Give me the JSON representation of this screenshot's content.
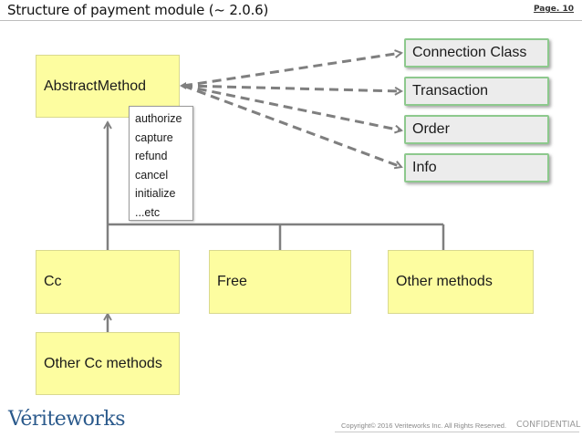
{
  "header": {
    "title": "Structure of payment module (~ 2.0.6)",
    "page": "Page. 10"
  },
  "diagram": {
    "base_class": "AbstractMethod",
    "methods": [
      "authorize",
      "capture",
      "refund",
      "cancel",
      "initialize",
      "...etc"
    ],
    "dependencies": [
      "Connection Class",
      "Transaction",
      "Order",
      "Info"
    ],
    "subclasses": {
      "cc": "Cc",
      "free": "Free",
      "other": "Other methods",
      "other_cc": "Other Cc methods"
    },
    "colors": {
      "class_fill": "#fdfda0",
      "dependency_fill": "#ececec",
      "dependency_border": "#8dc98d",
      "connector": "#7f7f7f"
    }
  },
  "footer": {
    "logo": "Vériteworks",
    "copyright": "Copyright© 2016 Veriteworks Inc. All Rights Reserved.",
    "confidential": "CONFIDENTIAL"
  }
}
